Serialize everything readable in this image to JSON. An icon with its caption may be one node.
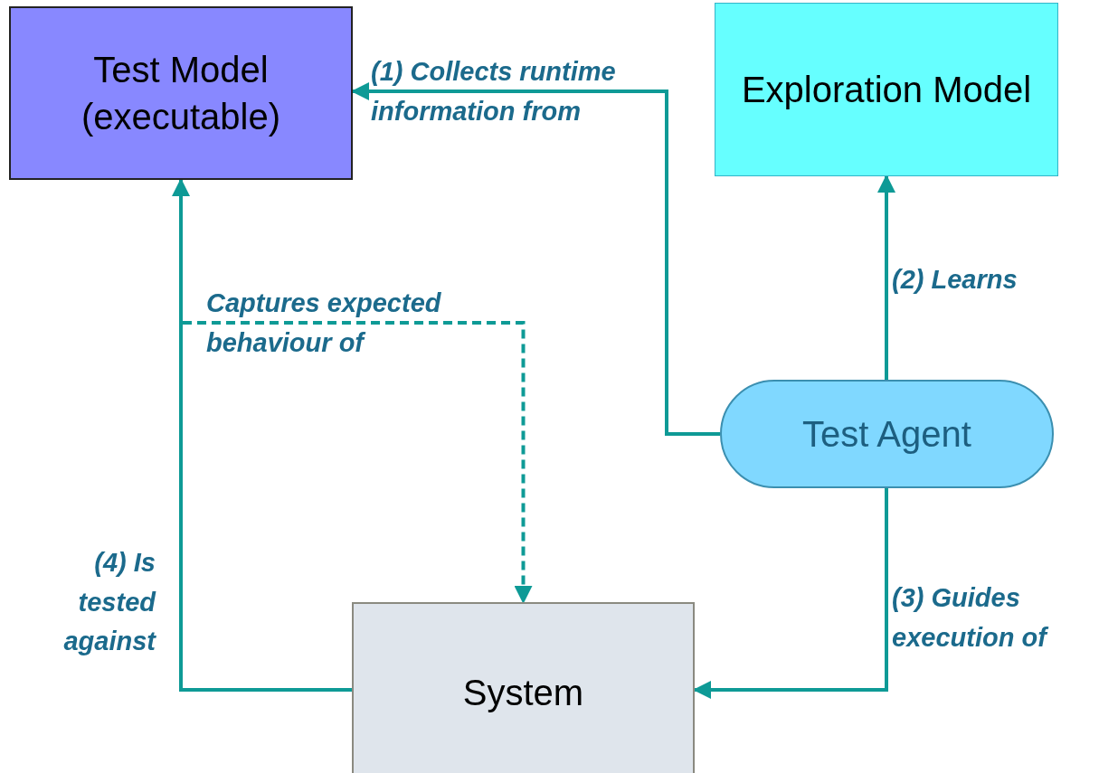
{
  "diagram": {
    "nodes": [
      {
        "text": [
          "Test Model (executable)"
        ]
      },
      {
        "text": [
          "Exploration Model"
        ]
      },
      {
        "text": [
          "Test Agent"
        ]
      },
      {
        "text": [
          "System"
        ]
      }
    ],
    "edges": [
      {
        "from": 2,
        "to": 0,
        "arrow": "to",
        "label": "(1) Collects runtime information from"
      },
      {
        "from": 2,
        "to": 1,
        "arrow": "to",
        "label": "(2) Learns"
      },
      {
        "from": 2,
        "to": 3,
        "arrow": "to",
        "label": "(3) Guides execution of"
      },
      {
        "from": 3,
        "to": 0,
        "arrow": "to",
        "label": "(4) Is tested against"
      },
      {
        "from": 0,
        "to": 3,
        "arrow": "to",
        "style": "dashed",
        "label": "Captures expected behaviour of"
      }
    ]
  }
}
